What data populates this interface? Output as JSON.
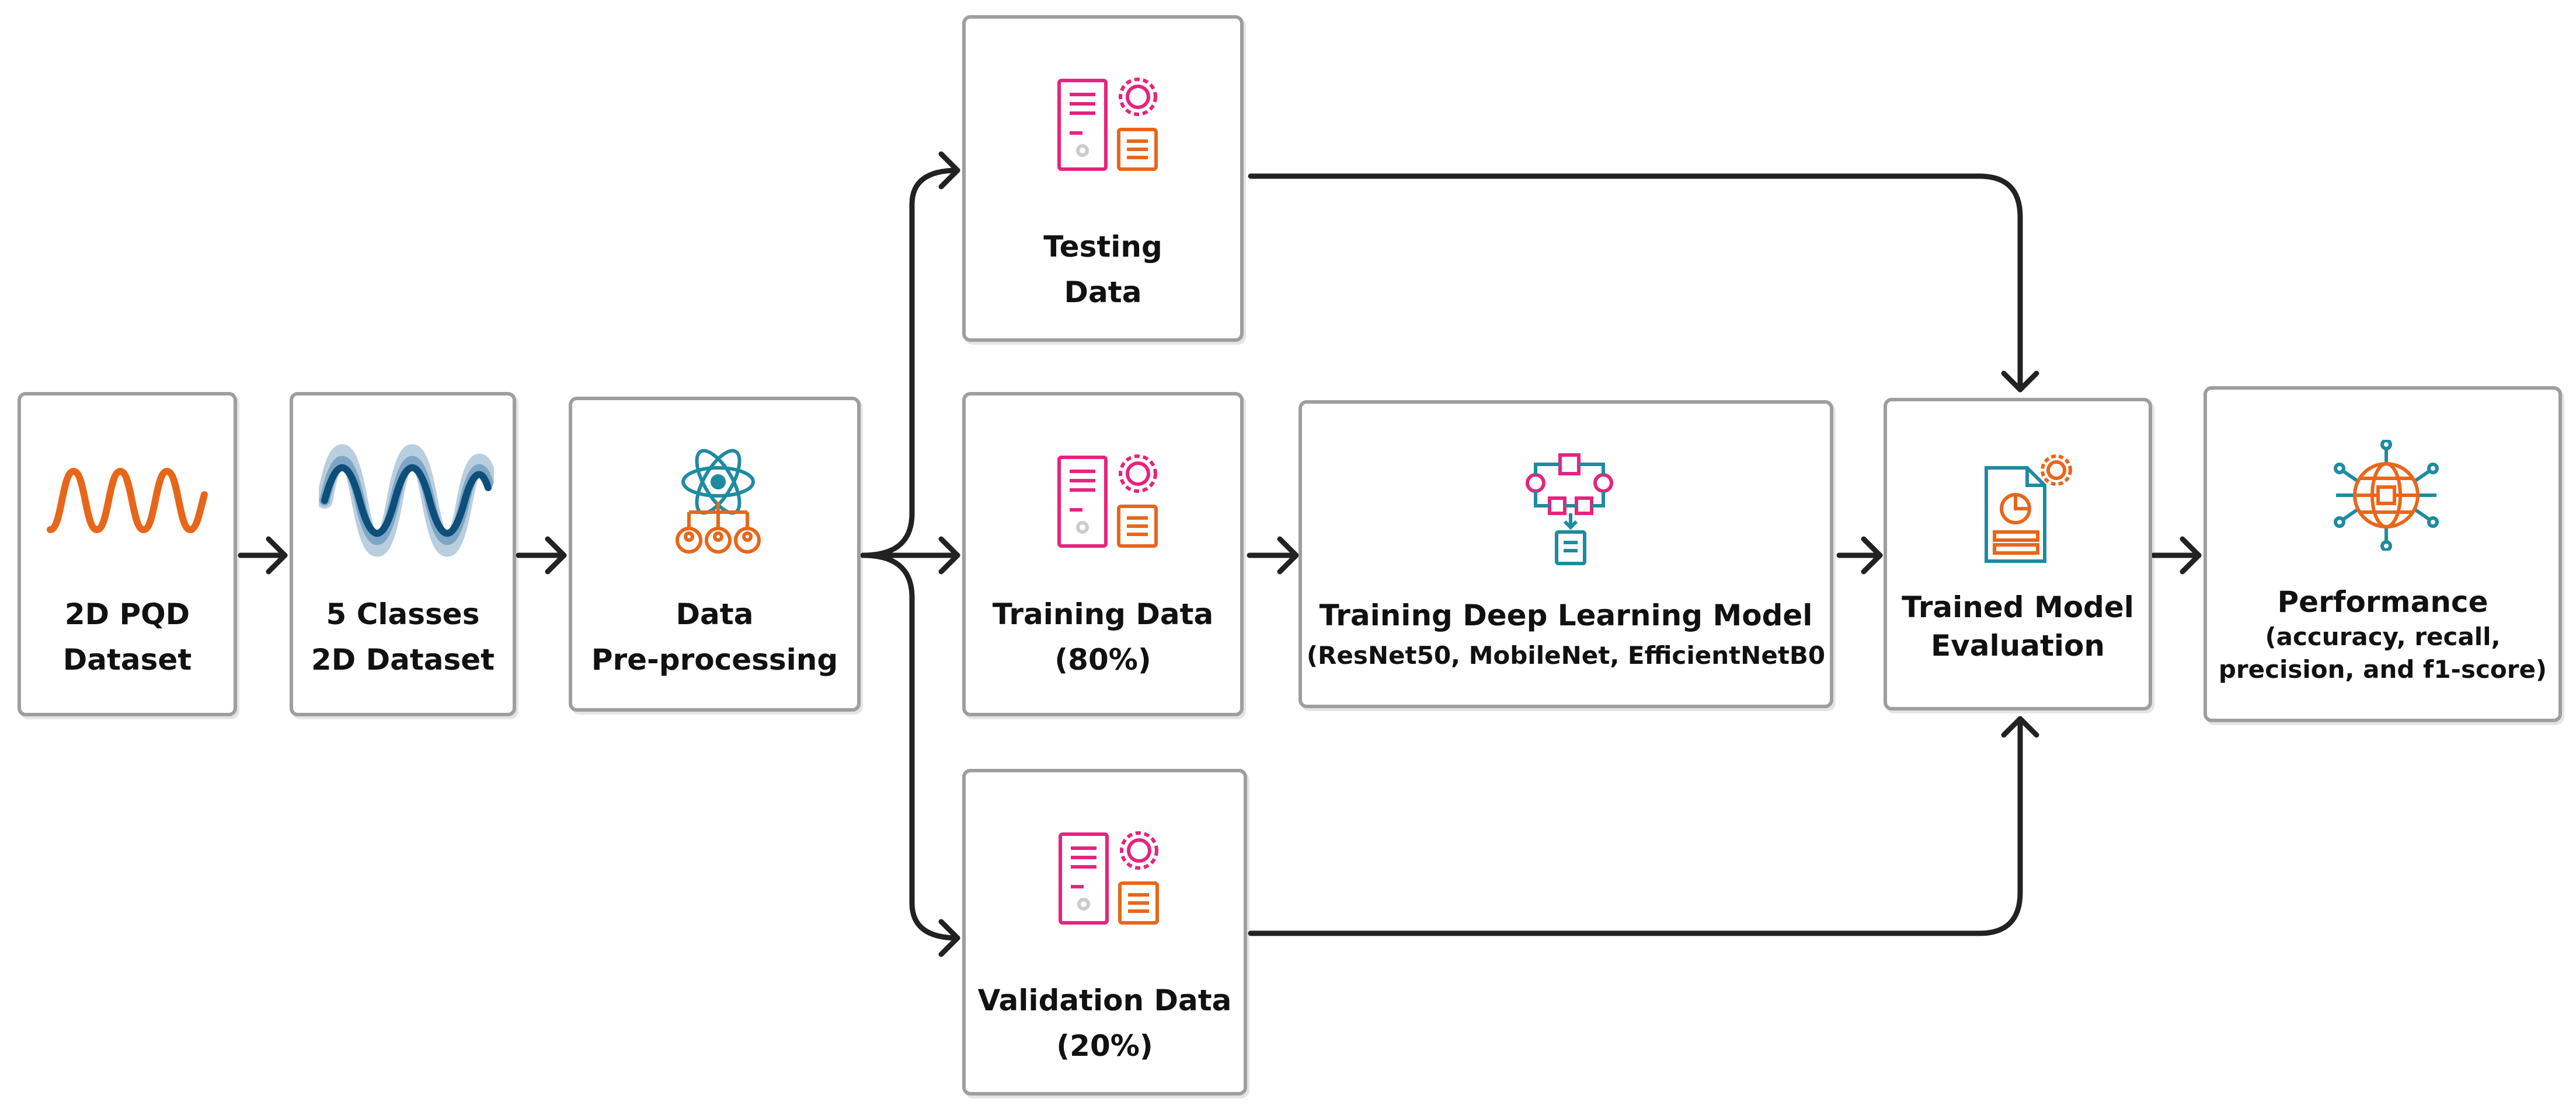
{
  "colors": {
    "orange": "#e8661a",
    "magenta": "#e6237e",
    "navy": "#0d4e7a",
    "teal": "#1e8ba0",
    "arrow": "#222222",
    "border": "#9e9e9e"
  },
  "nodes": {
    "pqd": {
      "line1": "2D PQD",
      "line2": "Dataset",
      "icon": "sine-wave-icon"
    },
    "classes": {
      "line1": "5 Classes",
      "line2": "2D  Dataset",
      "icon": "multi-wave-icon"
    },
    "preprocess": {
      "line1": "Data",
      "line2": "Pre-processing",
      "icon": "atom-users-icon"
    },
    "testing": {
      "line1": "Testing",
      "line2": "Data",
      "icon": "server-gear-icon"
    },
    "training": {
      "line1": "Training Data",
      "line2": "(80%)",
      "icon": "server-gear-icon"
    },
    "validation": {
      "line1": "Validation Data",
      "line2": "(20%)",
      "icon": "server-gear-icon"
    },
    "model": {
      "line1": "Training Deep Learning Model",
      "line2": "(ResNet50, MobileNet, EfficientNetB0",
      "icon": "network-flow-icon"
    },
    "evaluation": {
      "line1": "Trained Model",
      "line2": "Evaluation",
      "icon": "report-gear-icon"
    },
    "performance": {
      "line1": "Performance",
      "line2": "(accuracy, recall,",
      "line3": "precision, and f1-score)",
      "icon": "globe-network-icon"
    }
  }
}
